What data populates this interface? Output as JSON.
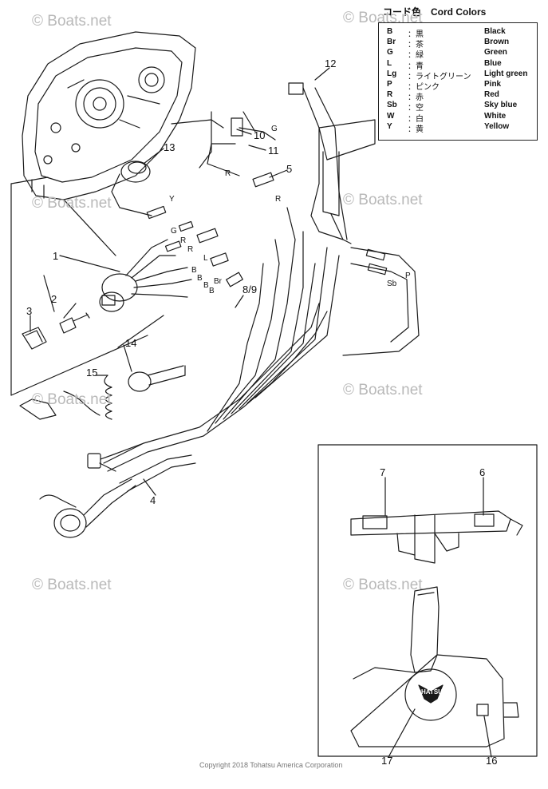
{
  "legend": {
    "title": "コード色　Cord Colors",
    "items": [
      {
        "code": "B",
        "jp": "黒",
        "en": "Black"
      },
      {
        "code": "Br",
        "jp": "茶",
        "en": "Brown"
      },
      {
        "code": "G",
        "jp": "緑",
        "en": "Green"
      },
      {
        "code": "L",
        "jp": "青",
        "en": "Blue"
      },
      {
        "code": "Lg",
        "jp": "ライトグリーン",
        "en": "Light green"
      },
      {
        "code": "P",
        "jp": "ピンク",
        "en": "Pink"
      },
      {
        "code": "R",
        "jp": "赤",
        "en": "Red"
      },
      {
        "code": "Sb",
        "jp": "空",
        "en": "Sky blue"
      },
      {
        "code": "W",
        "jp": "白",
        "en": "White"
      },
      {
        "code": "Y",
        "jp": "黄",
        "en": "Yellow"
      }
    ],
    "separator": "："
  },
  "callouts": {
    "n1": "1",
    "n2": "2",
    "n3": "3",
    "n4": "4",
    "n5": "5",
    "n6": "6",
    "n7": "7",
    "n89": "8/9",
    "n10": "10",
    "n11": "11",
    "n12": "12",
    "n13": "13",
    "n14": "14",
    "n15": "15",
    "n16": "16",
    "n17": "17"
  },
  "wire_letters": {
    "g1": "G",
    "r1": "R",
    "y1": "Y",
    "r2": "R",
    "g2": "G",
    "r3": "R",
    "r4": "R",
    "l1": "L",
    "b1": "B",
    "b2": "B",
    "br1": "Br",
    "b3": "B",
    "b4": "B",
    "p1": "P",
    "sb1": "Sb"
  },
  "watermark": "© Boats.net",
  "brand": "TOHATSU",
  "copyright": "Copyright 2018 Tohatsu America Corporation"
}
